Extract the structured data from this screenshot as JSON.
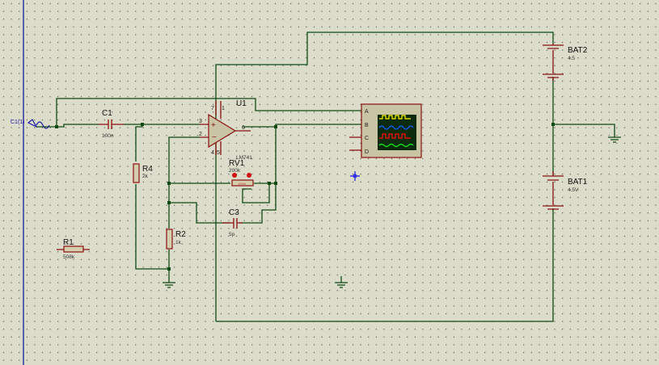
{
  "schematic": {
    "source": {
      "label": "C1(1)"
    },
    "components": {
      "C1": {
        "name": "C1",
        "value": "100n"
      },
      "R4": {
        "name": "R4",
        "value": "2k"
      },
      "R2": {
        "name": "R2",
        "value": "1k"
      },
      "R1": {
        "name": "R1",
        "value": "508k"
      },
      "RV1": {
        "name": "RV1",
        "value": "200k",
        "setting": "100%"
      },
      "C3": {
        "name": "C3",
        "value": "5p"
      },
      "U1": {
        "name": "U1",
        "part": "LM741",
        "pins": {
          "p3": "3",
          "p2": "2",
          "p6": "6",
          "p7": "7",
          "p1": "1",
          "p4": "4",
          "p5": "5"
        }
      },
      "BAT2": {
        "name": "BAT2",
        "value": "4.5"
      },
      "BAT1": {
        "name": "BAT1",
        "value": "4.5V"
      }
    },
    "scope": {
      "channels": [
        "A",
        "B",
        "C",
        "D"
      ],
      "trace_colors": [
        "#ffff00",
        "#0050ff",
        "#ff0000",
        "#00ff00"
      ]
    },
    "colors": {
      "wire": "#0f4a14",
      "component": "#8b1010",
      "background": "#dcdccb"
    }
  }
}
